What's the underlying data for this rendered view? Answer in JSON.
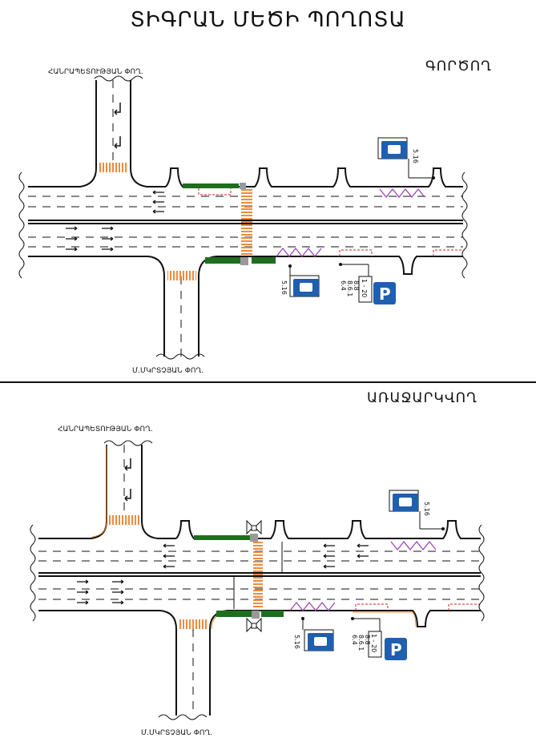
{
  "title": "ՏԻԳՐԱՆ ՄԵԾԻ ՊՈՂՈՏԱ",
  "sections": [
    {
      "label": "ԳՈՐԾՈՂ",
      "street_top": "ՀԱՆՐԱՊԵՏՈՒԹՅԱՆ ՓՈՂ.",
      "street_bottom": "Մ.ՄԿՐՏՉՅԱՆ ՓՈՂ.",
      "bus_sign_top": "5.16",
      "bus_sign_bottom": "5.16",
      "plate_lines": [
        "6.4",
        "8.6.1",
        "8.8"
      ],
      "plate_small": "1 - 20"
    },
    {
      "label": "ԱՌԱՋԱՐԿՎՈՂ",
      "street_top": "ՀԱՆՐԱՊԵՏՈՒԹՅԱՆ ՓՈՂ.",
      "street_bottom": "Մ.ՄԿՐՏՉՅԱՆ ՓՈՂ.",
      "bus_sign_top": "5.16",
      "bus_sign_bottom": "5.16",
      "plate_lines": [
        "6.4",
        "8.6.1",
        "8.8"
      ],
      "plate_small": "1 - 20"
    }
  ],
  "parking_letter": "P",
  "colors": {
    "sign_blue": "#1f5fb0",
    "island_green": "#1f6e1f",
    "curb_orange": "#e58a2e",
    "zigzag_purple": "#9b3fb5",
    "bay_red": "#d22020",
    "crossing_orange": "#f08a3c"
  }
}
